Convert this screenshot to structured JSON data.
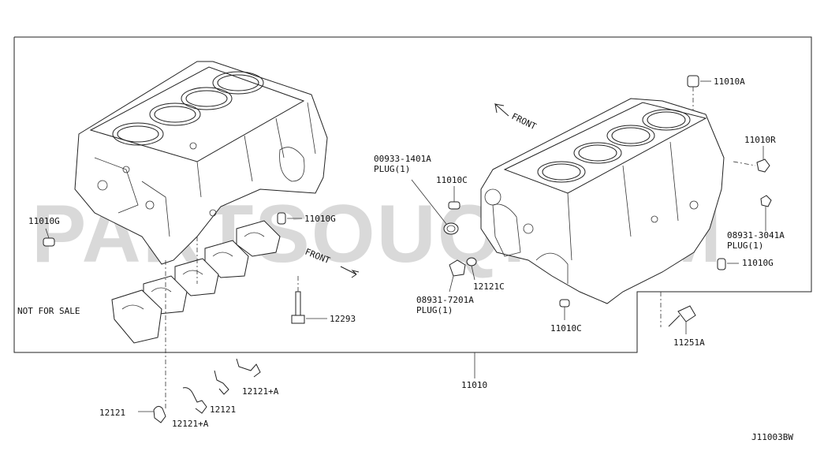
{
  "diagram": {
    "code": "J11003BW",
    "watermark": "PARTSOUQ.COM",
    "not_for_sale": "NOT FOR SALE",
    "front_label_1": "FRONT",
    "front_label_2": "FRONT",
    "labels": {
      "p11010": "11010",
      "p11010A": "11010A",
      "p11010R": "11010R",
      "p11010G_left": "11010G",
      "p11010G_mid": "11010G",
      "p11010G_right": "11010G",
      "p11010C_top": "11010C",
      "p11010C_bottom": "11010C",
      "p00933_code": "00933-1401A",
      "p00933_plug": "PLUG(1)",
      "p08931_7201_code": "08931-7201A",
      "p08931_7201_plug": "PLUG(1)",
      "p08931_3041_code": "08931-3041A",
      "p08931_3041_plug": "PLUG(1)",
      "p12121C": "12121C",
      "p12293": "12293",
      "p11251A": "11251A",
      "p12121_a": "12121",
      "p12121_b": "12121",
      "p12121A_a": "12121+A",
      "p12121A_b": "12121+A"
    }
  }
}
